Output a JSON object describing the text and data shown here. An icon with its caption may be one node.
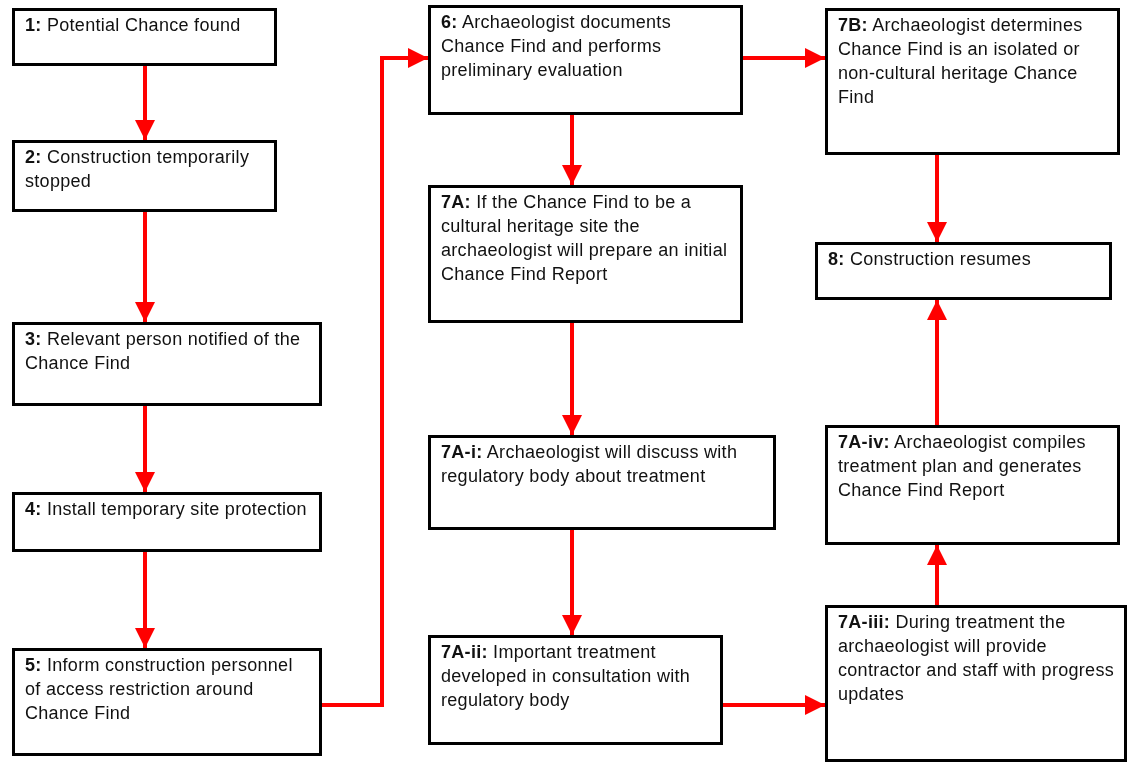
{
  "diagram": {
    "nodes": [
      {
        "text": [
          "**1:** Potential Chance found"
        ]
      },
      {
        "text": [
          "**2:** Construction temporarily stopped"
        ]
      },
      {
        "text": [
          "**3:** Relevant person notified of the Chance Find"
        ]
      },
      {
        "text": [
          "**4:** Install temporary site protection"
        ]
      },
      {
        "text": [
          "**5:** Inform construction personnel of access restriction around Chance Find"
        ]
      },
      {
        "text": [
          "**6:** Archaeologist documents Chance Find and performs preliminary evaluation"
        ]
      },
      {
        "text": [
          "**7A:** If the Chance Find to be a cultural heritage site the archaeologist will prepare an initial Chance Find Report"
        ]
      },
      {
        "text": [
          "**7A-i:** Archaeologist will discuss with regulatory body about treatment"
        ]
      },
      {
        "text": [
          "**7A-ii:** Important treatment developed in consultation with regulatory body"
        ]
      },
      {
        "text": [
          "**7A-iii:** During treatment the archaeologist will provide contractor and staff with progress updates"
        ]
      },
      {
        "text": [
          "**7A-iv:** Archaeologist compiles treatment plan and generates Chance Find Report"
        ]
      },
      {
        "text": [
          "**7B:** Archaeologist determines Chance Find is an isolated or non-cultural heritage Chance Find"
        ]
      },
      {
        "text": [
          "**8:** Construction resumes"
        ]
      }
    ],
    "edges": [
      {
        "from": 0,
        "to": 1,
        "arrow": "to"
      },
      {
        "from": 1,
        "to": 2,
        "arrow": "to"
      },
      {
        "from": 2,
        "to": 3,
        "arrow": "to"
      },
      {
        "from": 3,
        "to": 4,
        "arrow": "to"
      },
      {
        "from": 4,
        "to": 5,
        "arrow": "to"
      },
      {
        "from": 5,
        "to": 6,
        "arrow": "to"
      },
      {
        "from": 5,
        "to": 11,
        "arrow": "to"
      },
      {
        "from": 6,
        "to": 7,
        "arrow": "to"
      },
      {
        "from": 7,
        "to": 8,
        "arrow": "to"
      },
      {
        "from": 8,
        "to": 9,
        "arrow": "to"
      },
      {
        "from": 9,
        "to": 10,
        "arrow": "to"
      },
      {
        "from": 10,
        "to": 12,
        "arrow": "to"
      },
      {
        "from": 11,
        "to": 12,
        "arrow": "to"
      }
    ]
  }
}
